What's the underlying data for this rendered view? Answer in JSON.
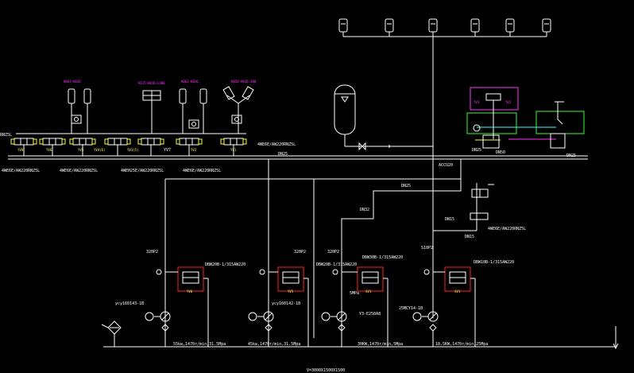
{
  "diagram": {
    "background": "#000000",
    "colors": {
      "line": "#ffffff",
      "magenta": "#ff33ff",
      "red": "#ff2222",
      "green": "#33ff33",
      "cyan": "#33ffff",
      "yellow": "#ffff33"
    },
    "left_edge_label": "RNZ5L",
    "valve_row_labels": [
      {
        "text": "4WE6E/AW220RNZ5L"
      },
      {
        "text": "4WE6E/AW220RNZ5L"
      },
      {
        "text": "4WEH25E/AW220RNZ5L"
      },
      {
        "text": "4WE6E/AW220RNZ5L"
      },
      {
        "text": "4WE6E/AW220RNZ5L"
      }
    ],
    "top_cyl_labels": [
      "H063-H016",
      "H125-H016-L400",
      "H063-H016",
      "H050-H016-200"
    ],
    "valve_tags": [
      "YV8",
      "YV6",
      "YV5",
      "YV4(6)",
      "YV3(5)",
      "YV7",
      "YV2",
      "YV1",
      "YV3",
      "YV2"
    ],
    "line_tags": [
      "DN25",
      "DN25",
      "DN15",
      "ACCU20",
      "DN50",
      "DN25",
      "DN25"
    ],
    "relief_valve_labels": [
      "DBW20B-1/315AW220",
      "DBW20B-1/315AW220",
      "DBW30B-1/315AW220",
      "DBW10B-1/315AW220"
    ],
    "relief_tags": [
      "YV6",
      "YV5",
      "SV1",
      "SV1"
    ],
    "gauge_labels": [
      "320P2",
      "320P2",
      "320P2",
      "S10P2"
    ],
    "pump_labels": [
      "ycy160143-1B",
      "ycy160142-1B",
      "Y3-E250A8",
      "25MCY14-1B"
    ],
    "motor_labels": [
      "55kw,1470r/min,31.5Mpa",
      "45kw,1470r/min,31.5Mpa",
      "30KW,1470r/min,5Mpa",
      "18.5KW,1470r/min,25Mpa"
    ],
    "misc_labels": [
      "5MPa",
      "4WE6E/AW220RNZ5L",
      "DN15",
      "DN32"
    ],
    "tank_label": "V=3000X1500X1500"
  }
}
